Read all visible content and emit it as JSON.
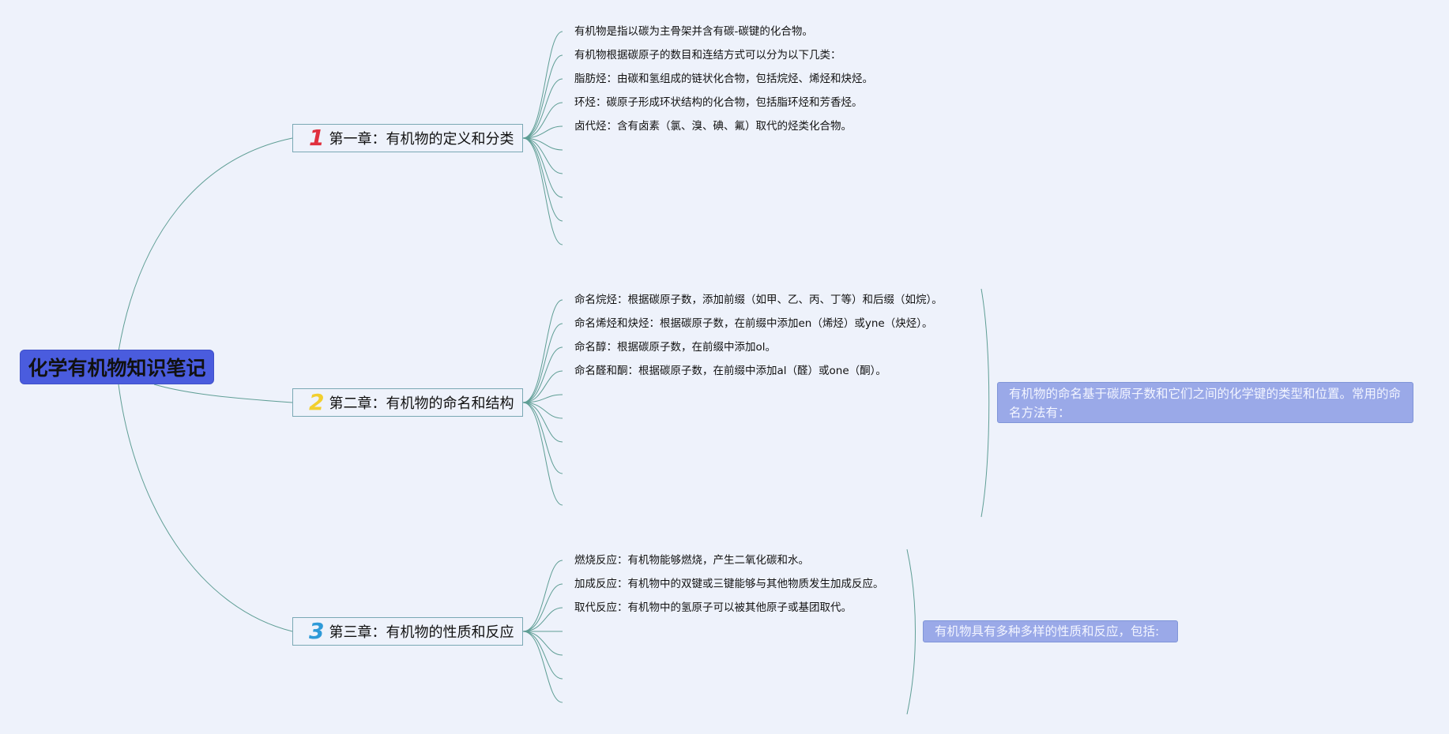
{
  "root": {
    "title": "化学有机物知识笔记"
  },
  "chapters": [
    {
      "number": "1",
      "number_color": "#e0303e",
      "title": "第一章：有机物的定义和分类",
      "items": [
        "有机物是指以碳为主骨架并含有碳-碳键的化合物。",
        "有机物根据碳原子的数目和连结方式可以分为以下几类：",
        "脂肪烃：由碳和氢组成的链状化合物，包括烷烃、烯烃和炔烃。",
        "环烃：碳原子形成环状结构的化合物，包括脂环烃和芳香烃。",
        "卤代烃：含有卤素（氯、溴、碘、氟）取代的烃类化合物。"
      ]
    },
    {
      "number": "2",
      "number_color": "#f2cf2e",
      "title": "第二章：有机物的命名和结构",
      "items": [
        "命名烷烃：根据碳原子数，添加前缀（如甲、乙、丙、丁等）和后缀（如烷）。",
        "命名烯烃和炔烃：根据碳原子数，在前缀中添加en（烯烃）或yne（炔烃）。",
        "命名醇：根据碳原子数，在前缀中添加ol。",
        "命名醛和酮：根据碳原子数，在前缀中添加al（醛）或one（酮）。"
      ],
      "summary": "有机物的命名基于碳原子数和它们之间的化学键的类型和位置。常用的命名方法有："
    },
    {
      "number": "3",
      "number_color": "#2e9ad8",
      "title": "第三章：有机物的性质和反应",
      "items": [
        "燃烧反应：有机物能够燃烧，产生二氧化碳和水。",
        "加成反应：有机物中的双键或三键能够与其他物质发生加成反应。",
        "取代反应：有机物中的氢原子可以被其他原子或基团取代。"
      ],
      "summary": "有机物具有多种多样的性质和反应，包括:"
    }
  ],
  "colors": {
    "background": "#eef2fb",
    "root_fill": "#4a5cde",
    "link": "#5f9e95",
    "summary_fill": "#9aa9e8"
  }
}
